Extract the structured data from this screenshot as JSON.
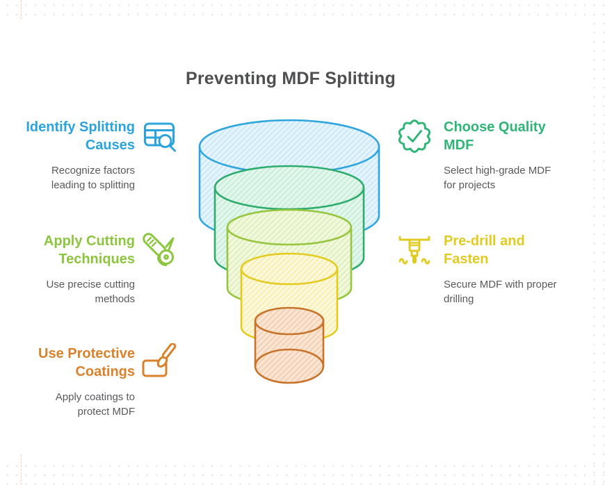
{
  "title": "Preventing MDF Splitting",
  "items": [
    {
      "heading": "Identify Splitting Causes",
      "description": "Recognize factors leading to splitting",
      "color": "#2BA3DC",
      "icon": "table-search-icon"
    },
    {
      "heading": "Apply Cutting Techniques",
      "description": "Use precise cutting methods",
      "color": "#8CC63F",
      "icon": "angle-grinder-icon"
    },
    {
      "heading": "Use Protective Coatings",
      "description": "Apply coatings to protect MDF",
      "color": "#D9822B",
      "icon": "paintbrush-icon"
    },
    {
      "heading": "Choose Quality MDF",
      "description": "Select high-grade MDF for projects",
      "color": "#2FB576",
      "icon": "badge-check-icon"
    },
    {
      "heading": "Pre-drill and Fasten",
      "description": "Secure MDF with proper drilling",
      "color": "#E2CB20",
      "icon": "jackhammer-icon"
    }
  ],
  "funnel": {
    "layers": [
      {
        "name": "layer-1-blue",
        "stroke": "#2FA5DE",
        "fill": "#E8F5FC",
        "hatch": "#CFEAF8"
      },
      {
        "name": "layer-2-green",
        "stroke": "#2EAC6E",
        "fill": "#E6F8EE",
        "hatch": "#CBEEDD"
      },
      {
        "name": "layer-3-lime",
        "stroke": "#96C53E",
        "fill": "#F3F9E1",
        "hatch": "#E3F1C2"
      },
      {
        "name": "layer-4-yellow",
        "stroke": "#E3CB1F",
        "fill": "#FCF9DE",
        "hatch": "#F8F0B6"
      },
      {
        "name": "layer-5-orange",
        "stroke": "#C77329",
        "fill": "#FAE7D6",
        "hatch": "#F4D3B8"
      }
    ]
  },
  "decor": {
    "dot_color": "#E7E7E7",
    "accent_color": "#EA9646"
  }
}
